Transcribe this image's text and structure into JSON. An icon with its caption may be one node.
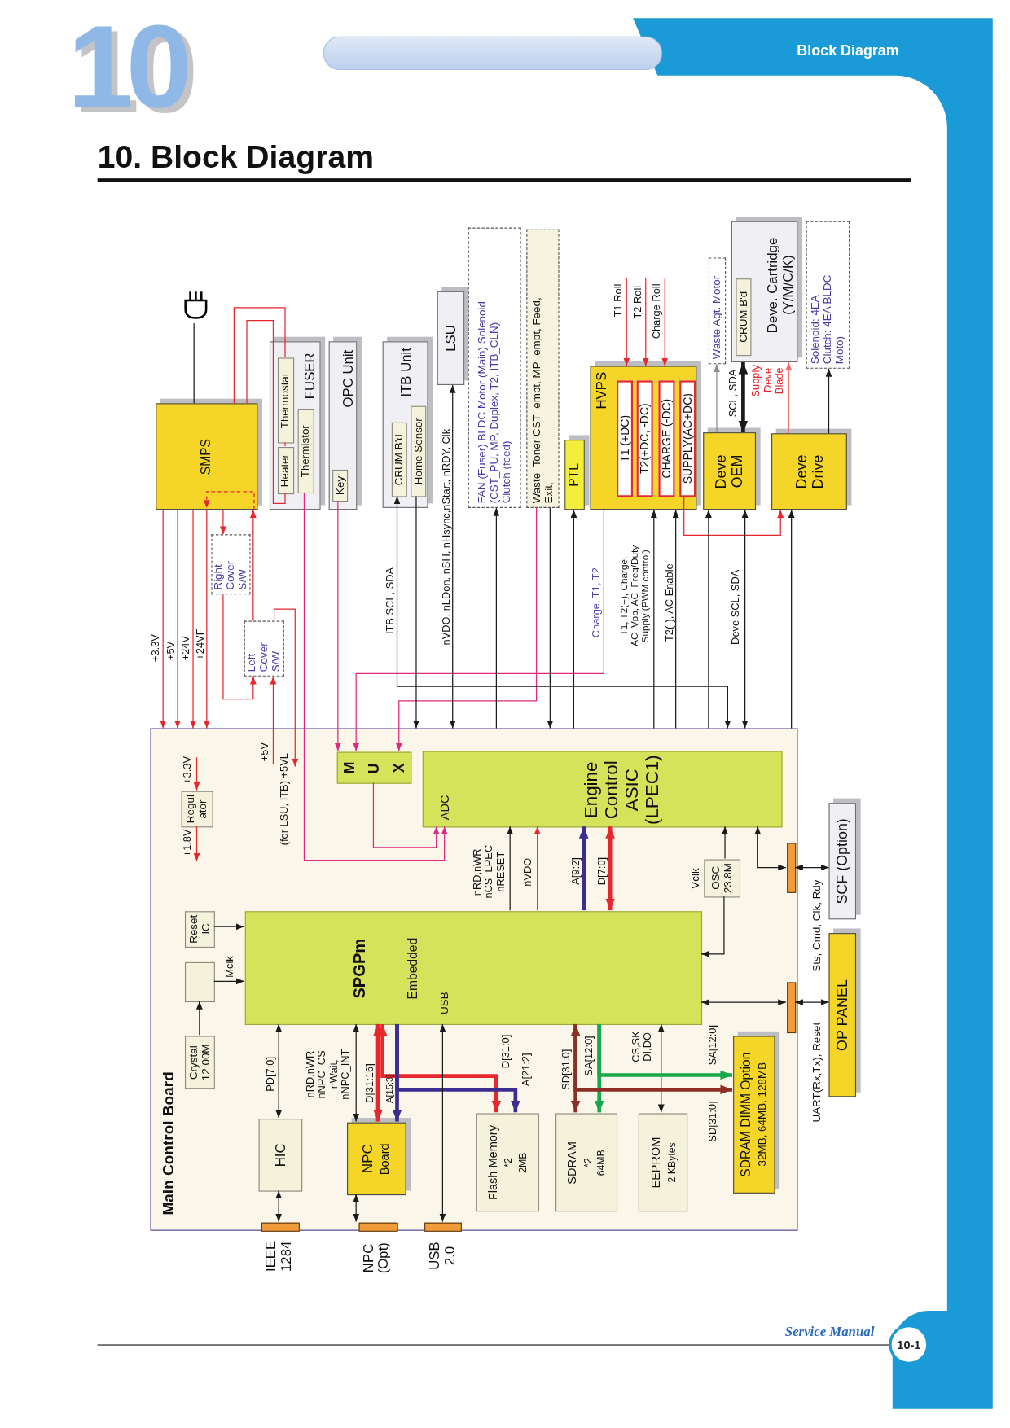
{
  "diagram": {
    "title": "10. Block Diagram",
    "nodes": [
      {
        "text": [
          "SMPS"
        ]
      },
      {
        "text": [],
        "shape": "plug"
      },
      {
        "text": [
          "FUSER"
        ]
      },
      {
        "text": [
          "Thermostat"
        ],
        "in": 2
      },
      {
        "text": [
          "Heater"
        ],
        "in": 2
      },
      {
        "text": [
          "Thermistor"
        ],
        "in": 2
      },
      {
        "text": [
          "OPC Unit"
        ]
      },
      {
        "text": [
          "Key"
        ],
        "in": 6
      },
      {
        "text": [
          "ITB Unit"
        ]
      },
      {
        "text": [
          "CRUM B'd"
        ],
        "in": 8
      },
      {
        "text": [
          "Home Sensor"
        ],
        "in": 8
      },
      {
        "text": [
          "LSU"
        ]
      },
      {
        "text": [
          "FAN (Fuser) BLDC Motor (Main) Solenoid (CST_PU, MP, Duplex, T2, ITB_CLN) Clutch (feed)"
        ]
      },
      {
        "text": [
          "Waste_Toner CST_empt, MP_empt, Feed, Exit,"
        ]
      },
      {
        "text": [
          "PTL"
        ]
      },
      {
        "text": [
          "HVPS"
        ]
      },
      {
        "text": [
          "T1 (+DC)"
        ],
        "in": 15
      },
      {
        "text": [
          "T2(+DC, -DC)"
        ],
        "in": 15
      },
      {
        "text": [
          "CHARGE (-DC)"
        ],
        "in": 15
      },
      {
        "text": [
          "SUPPLY(AC+DC)"
        ],
        "in": 15
      },
      {
        "text": [
          "Waste Agt. Motor"
        ]
      },
      {
        "text": [
          "Deve. Cartridge (Y/M/C/K)"
        ]
      },
      {
        "text": [
          "CRUM B'd"
        ],
        "in": 21
      },
      {
        "text": [
          "Solenoid: 4EA Clutch: 4EA BLDC Moto)"
        ]
      },
      {
        "text": [
          "Deve OEM"
        ]
      },
      {
        "text": [
          "Deve Drive"
        ]
      },
      {
        "text": [
          "Right Cover S/W"
        ]
      },
      {
        "text": [
          "Left Cover S/W"
        ]
      },
      {
        "text": [
          "Main Control Board"
        ]
      },
      {
        "text": [
          "MUX"
        ],
        "in": 28
      },
      {
        "text": [
          "ADC",
          "Engine Control ASIC (LPEC1)"
        ],
        "in": 28
      },
      {
        "text": [
          "Regul ator"
        ],
        "in": 28
      },
      {
        "text": [
          "Reset IC"
        ],
        "in": 28
      },
      {
        "text": [],
        "shape": "box",
        "in": 28
      },
      {
        "text": [
          "Crystal 12.00M"
        ],
        "in": 28
      },
      {
        "text": [
          "SPGPm",
          "Embedded",
          "USB"
        ],
        "in": 28
      },
      {
        "text": [
          "OSC 23.8M"
        ],
        "in": 28,
        "beside": [
          "Vclk"
        ]
      },
      {
        "text": [
          "HIC"
        ],
        "in": 28
      },
      {
        "text": [
          "NPC",
          "Board"
        ],
        "in": 28
      },
      {
        "text": [
          "Flash Memory",
          "*2",
          "2MB"
        ],
        "in": 28
      },
      {
        "text": [
          "SDRAM",
          "*2",
          "64MB"
        ],
        "in": 28
      },
      {
        "text": [
          "EEPROM",
          "2 KBytes"
        ],
        "in": 28
      },
      {
        "text": [
          "SDRAM DIMM Option",
          "32MB, 64MB, 128MB"
        ],
        "in": 28
      },
      {
        "text": [],
        "shape": "bar",
        "in": 28,
        "beside": [
          "IEEE 1284"
        ]
      },
      {
        "text": [],
        "shape": "bar",
        "in": 28,
        "beside": [
          "NPC (Opt)"
        ]
      },
      {
        "text": [],
        "shape": "bar",
        "in": 28,
        "beside": [
          "USB 2.0"
        ]
      },
      {
        "text": [],
        "shape": "bar",
        "in": 28
      },
      {
        "text": [],
        "shape": "bar",
        "in": 28
      },
      {
        "text": [
          "SCF (Option)"
        ]
      },
      {
        "text": [
          "OP PANEL"
        ]
      }
    ],
    "edges": [
      {
        "from": 1,
        "to": 0,
        "arrow": "none"
      },
      {
        "from": 0,
        "to": 3,
        "arrow": "none",
        "color": "#e8262d"
      },
      {
        "from": 0,
        "to": 4,
        "arrow": "none",
        "color": "#e8262d"
      },
      {
        "from": 3,
        "to": 4,
        "arrow": "none",
        "color": "#e8262d"
      },
      {
        "from": 0,
        "to": 28,
        "arrow": "to",
        "label": "+3.3V",
        "color": "#e8262d"
      },
      {
        "from": 0,
        "to": 28,
        "arrow": "to",
        "label": "+5V",
        "color": "#e8262d"
      },
      {
        "from": 0,
        "to": 28,
        "arrow": "to",
        "label": "+24V",
        "color": "#e8262d"
      },
      {
        "from": 0,
        "to": 28,
        "arrow": "to",
        "label": "+24VF",
        "color": "#e8262d"
      },
      {
        "from": 0,
        "to": 26,
        "arrow": "to",
        "color": "#e8262d"
      },
      {
        "from": 26,
        "to": 27,
        "arrow": "to",
        "color": "#e8262d"
      },
      {
        "from": 27,
        "to": 0,
        "arrow": "to",
        "color": "#e8262d"
      },
      {
        "from": null,
        "to": 27,
        "arrow": "to",
        "label": "+5V",
        "color": "#e8262d"
      },
      {
        "from": 27,
        "to": null,
        "arrow": "to",
        "label": "(for LSU, ITB) +5VL",
        "color": "#e8262d"
      },
      {
        "from": 5,
        "to": 30,
        "arrow": "to",
        "color": "#e0287f"
      },
      {
        "from": 7,
        "to": 29,
        "arrow": "to",
        "color": "#e0287f"
      },
      {
        "from": 15,
        "to": 29,
        "arrow": "to",
        "label": "Charge, T1, T2",
        "color": "#e0287f"
      },
      {
        "from": 13,
        "to": 29,
        "arrow": "to",
        "color": "#e0287f"
      },
      {
        "from": 29,
        "to": 30,
        "arrow": "to",
        "color": "#e0287f"
      },
      {
        "from": 9,
        "to": 28,
        "arrow": "both",
        "label": "ITB SCL, SDA"
      },
      {
        "from": 10,
        "to": 28,
        "arrow": "to"
      },
      {
        "from": 28,
        "to": 11,
        "arrow": "both",
        "label": "nVDO, nLDon, nSH, nHsync,nStart, nRDY, Clk"
      },
      {
        "from": 28,
        "to": 12,
        "arrow": "to"
      },
      {
        "from": 13,
        "to": 28,
        "arrow": "to"
      },
      {
        "from": 28,
        "to": 14,
        "arrow": "to"
      },
      {
        "from": 28,
        "to": 15,
        "arrow": "to",
        "label": "T1, T2(+), Charge, AC_Vpp, AC_Freq/Duty Supply (PWM control)"
      },
      {
        "from": 28,
        "to": 15,
        "arrow": "to",
        "label": "T2(-), AC Enable"
      },
      {
        "from": 19,
        "to": 25,
        "arrow": "to",
        "color": "#e8262d"
      },
      {
        "from": 28,
        "to": 24,
        "arrow": "to"
      },
      {
        "from": 28,
        "to": 24,
        "arrow": "both",
        "label": "Deve SCL, SDA"
      },
      {
        "from": 28,
        "to": 25,
        "arrow": "to"
      },
      {
        "from": 24,
        "to": 20,
        "arrow": "to",
        "color": "#8c8c8c"
      },
      {
        "from": 24,
        "to": 21,
        "arrow": "both",
        "label": "SCL, SDA",
        "style": "thick"
      },
      {
        "from": 25,
        "to": 21,
        "arrow": "to",
        "label": "Supply Deve Blade",
        "color": "#f06a6a"
      },
      {
        "from": 25,
        "to": 23,
        "arrow": "to"
      },
      {
        "from": null,
        "to": 15,
        "arrow": "to",
        "label": "T1 Roll",
        "color": "#e8262d"
      },
      {
        "from": null,
        "to": 15,
        "arrow": "to",
        "label": "T2 Roll",
        "color": "#e8262d"
      },
      {
        "from": null,
        "to": 15,
        "arrow": "to",
        "label": "Charge Roll",
        "color": "#e8262d"
      },
      {
        "from": null,
        "to": 31,
        "arrow": "to",
        "label": "+3.3V",
        "color": "#e8262d"
      },
      {
        "from": 31,
        "to": null,
        "arrow": "to",
        "label": "+1.8V",
        "color": "#e8262d"
      },
      {
        "from": 35,
        "to": 30,
        "arrow": "to",
        "label": "nRD,nWR nCS_LPEC nRESET"
      },
      {
        "from": 35,
        "to": 30,
        "arrow": "to",
        "label": "nVDO",
        "color": "#e8262d"
      },
      {
        "from": 35,
        "to": 30,
        "arrow": "to",
        "label": "A[9:2]",
        "style": "thick",
        "color": "#3c2e91"
      },
      {
        "from": 35,
        "to": 30,
        "arrow": "both",
        "label": "D[7:0]",
        "style": "thick",
        "color": "#e8262d"
      },
      {
        "from": 36,
        "to": 30,
        "arrow": "to"
      },
      {
        "from": 36,
        "to": 35,
        "arrow": "to"
      },
      {
        "from": 30,
        "to": 46,
        "arrow": "both"
      },
      {
        "from": 46,
        "to": 48,
        "arrow": "both"
      },
      {
        "from": 35,
        "to": 47,
        "arrow": "both"
      },
      {
        "from": 47,
        "to": 49,
        "arrow": "both"
      },
      {
        "from": 32,
        "to": 35,
        "arrow": "to"
      },
      {
        "from": 33,
        "to": 35,
        "arrow": "to",
        "label": "Mclk"
      },
      {
        "from": 34,
        "to": 33,
        "arrow": "to"
      },
      {
        "from": 35,
        "to": 37,
        "arrow": "both",
        "label": "PD[7:0]"
      },
      {
        "from": 37,
        "to": 43,
        "arrow": "both"
      },
      {
        "from": 35,
        "to": 38,
        "arrow": "both",
        "label": "nRD,nWR nNPC_CS nWait, nNPC_INT"
      },
      {
        "from": 38,
        "to": 44,
        "arrow": "both"
      },
      {
        "from": 35,
        "to": 38,
        "arrow": "both",
        "label": "D[31:16]",
        "style": "thick",
        "color": "#e8262d"
      },
      {
        "from": 35,
        "to": 38,
        "arrow": "to",
        "label": "A[15:3]",
        "style": "thick",
        "color": "#3c2e91"
      },
      {
        "from": 35,
        "to": 39,
        "arrow": "both",
        "label": "D[31:0]",
        "style": "thick",
        "color": "#e8262d"
      },
      {
        "from": 35,
        "to": 39,
        "arrow": "to",
        "label": "A[21:2]",
        "style": "thick",
        "color": "#3c2e91"
      },
      {
        "from": 35,
        "to": 45,
        "arrow": "both"
      },
      {
        "from": 35,
        "to": 40,
        "arrow": "both",
        "label": "SD[31:0]",
        "style": "thick",
        "color": "#8e2f25"
      },
      {
        "from": 35,
        "to": 40,
        "arrow": "to",
        "label": "SA[12:0]",
        "style": "thick",
        "color": "#17a84b"
      },
      {
        "from": 35,
        "to": 41,
        "arrow": "both",
        "label": "CS,SK DI,DO"
      },
      {
        "from": 35,
        "to": 42,
        "arrow": "to",
        "label": "SD[31:0]",
        "style": "thick",
        "color": "#8e2f25"
      },
      {
        "from": 35,
        "to": 42,
        "arrow": "to",
        "label": "SA[12:0]",
        "style": "thick",
        "color": "#17a84b"
      }
    ],
    "labels": [
      "10",
      "Block Diagram",
      "Sts, Cmd, Clk, Rdy",
      "UART(Rx,Tx), Reset",
      "Service Manual",
      "10-1"
    ]
  }
}
